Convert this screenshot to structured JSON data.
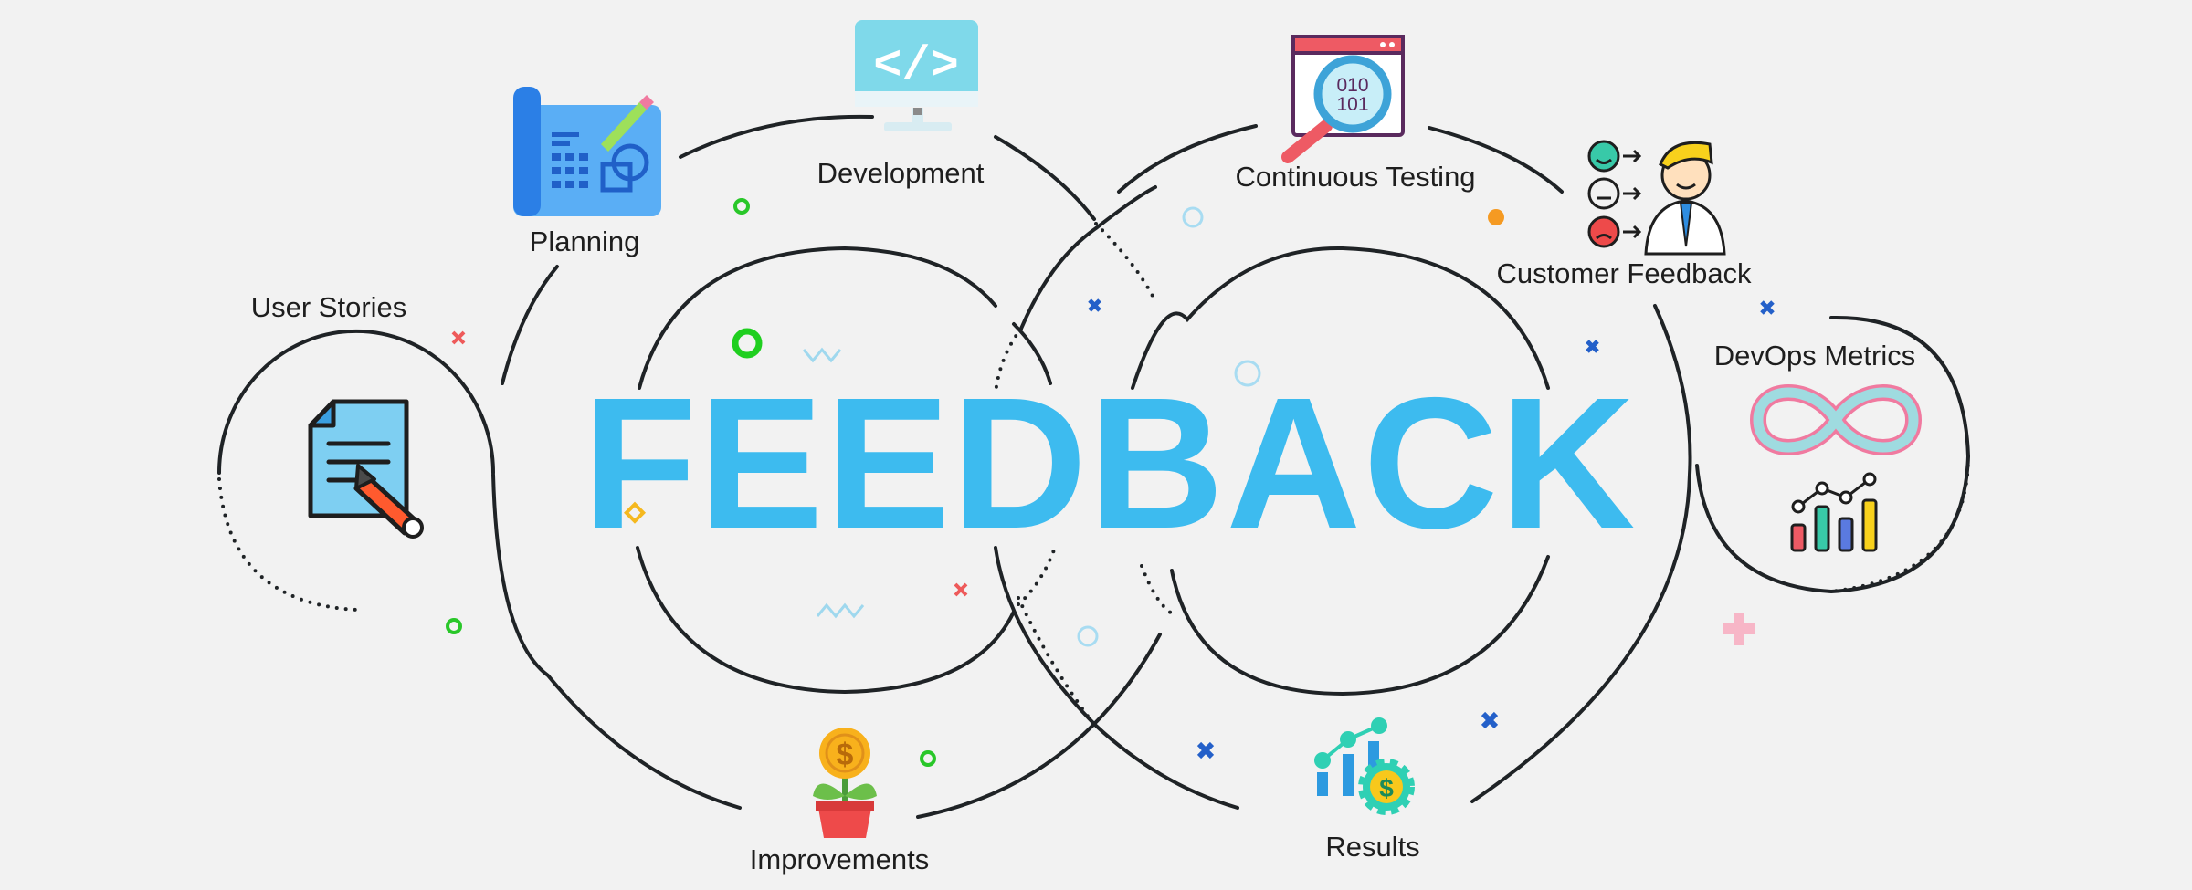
{
  "main_title": "FEEDBACK",
  "labels": {
    "user_stories": "User Stories",
    "planning": "Planning",
    "development": "Development",
    "continuous_testing": "Continuous Testing",
    "customer_feedback": "Customer Feedback",
    "devops_metrics": "DevOps Metrics",
    "improvements": "Improvements",
    "results": "Results"
  },
  "icons": {
    "user_stories": "document-pen-icon",
    "planning": "blueprint-icon",
    "development": "code-monitor-icon",
    "continuous_testing": "binary-magnifier-icon",
    "customer_feedback": "satisfaction-faces-icon",
    "devops_metrics": "infinity-chart-icon",
    "improvements": "money-plant-icon",
    "results": "growth-chart-gear-icon"
  },
  "colors": {
    "background": "#f2f2f2",
    "title": "#3dbbef",
    "line": "#1f2326"
  },
  "code_glyph": "</>",
  "binary_text": [
    "010",
    "101"
  ],
  "currency_symbol": "$"
}
